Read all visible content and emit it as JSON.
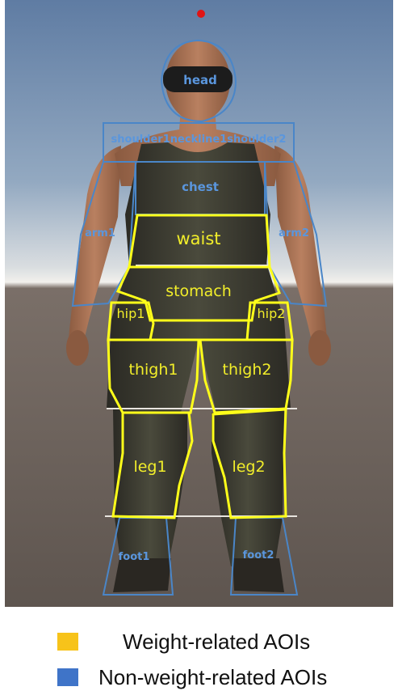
{
  "figure": {
    "weight_aoi_color": "#ffff1a",
    "nonweight_aoi_color": "#4a86c8",
    "sky_top_color": "#6c86a8",
    "ground_color": "#6a5f58",
    "red_marker_color": "#e01414"
  },
  "aoi_labels": {
    "head": "head",
    "shoulder_neckline": "shoulder1neckline1shoulder2",
    "chest": "chest",
    "arm1": "arm1",
    "arm2": "arm2",
    "waist": "waist",
    "stomach": "stomach",
    "hip1": "hip1",
    "hip2": "hip2",
    "thigh1": "thigh1",
    "thigh2": "thigh2",
    "leg1": "leg1",
    "leg2": "leg2",
    "foot1": "foot1",
    "foot2": "foot2"
  },
  "legend": {
    "weight_label": "Weight-related AOIs",
    "weight_color": "#f7c31a",
    "nonweight_label": "Non-weight-related AOIs",
    "nonweight_color": "#3f74c8"
  }
}
